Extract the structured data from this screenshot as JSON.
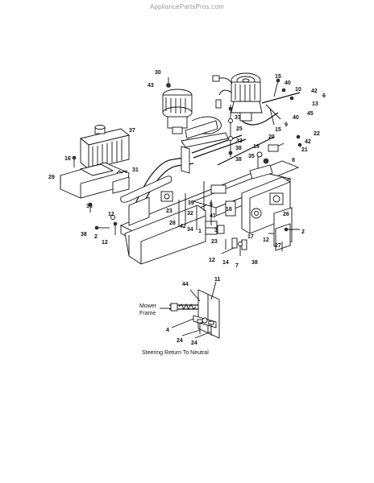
{
  "watermark": "AppliancePartsPros.com",
  "callouts": [
    "30",
    "43",
    "15",
    "40",
    "10",
    "42",
    "6",
    "13",
    "45",
    "40",
    "9",
    "15",
    "22",
    "42",
    "21",
    "8",
    "20",
    "19",
    "35",
    "33",
    "25",
    "33",
    "38",
    "38",
    "37",
    "16",
    "29",
    "31",
    "18",
    "26",
    "2",
    "27",
    "12",
    "39",
    "5",
    "41",
    "23",
    "32",
    "28",
    "42",
    "34",
    "1",
    "3",
    "23",
    "12",
    "14",
    "7",
    "38",
    "17",
    "36",
    "12",
    "38",
    "2",
    "12",
    "11",
    "44",
    "4",
    "24",
    "24"
  ],
  "inset": {
    "mower_frame_label_line1": "Mower",
    "mower_frame_label_line2": "Frame",
    "caption": "Steering Return To Neutral"
  }
}
